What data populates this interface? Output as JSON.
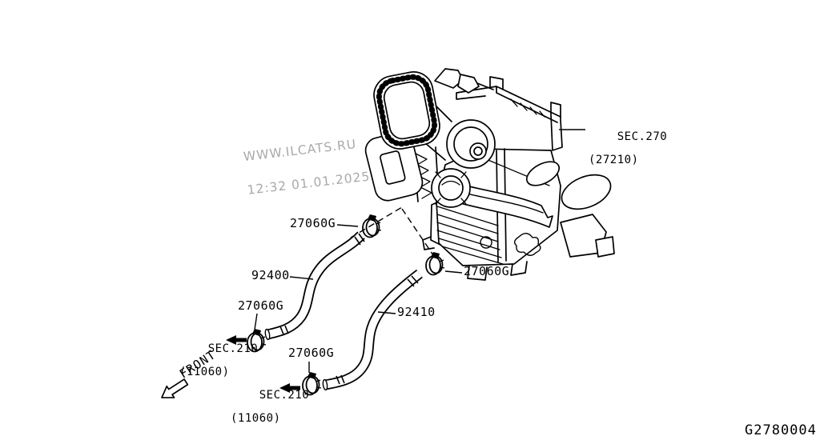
{
  "page": {
    "background": "#ffffff",
    "line_color": "#000000",
    "watermark_color": "#a9a9a9"
  },
  "watermark": {
    "line1": "WWW.ILCATS.RU",
    "line2": "12:32 01.01.2025"
  },
  "drawing_code": "G2780004",
  "front_indicator": {
    "label": "FRONT"
  },
  "callouts": {
    "sec270": {
      "line1": "SEC.270",
      "line2": "(27210)"
    },
    "sec210_upper": {
      "line1": "SEC.210",
      "line2": "(11060)"
    },
    "sec210_lower": {
      "line1": "SEC.210",
      "line2": "(11060)"
    },
    "clamp_upper": "27060G",
    "clamp_middle": "27060G",
    "clamp_left": "27060G",
    "clamp_lower": "27060G",
    "hose_upper": "92400",
    "hose_lower": "92410"
  }
}
